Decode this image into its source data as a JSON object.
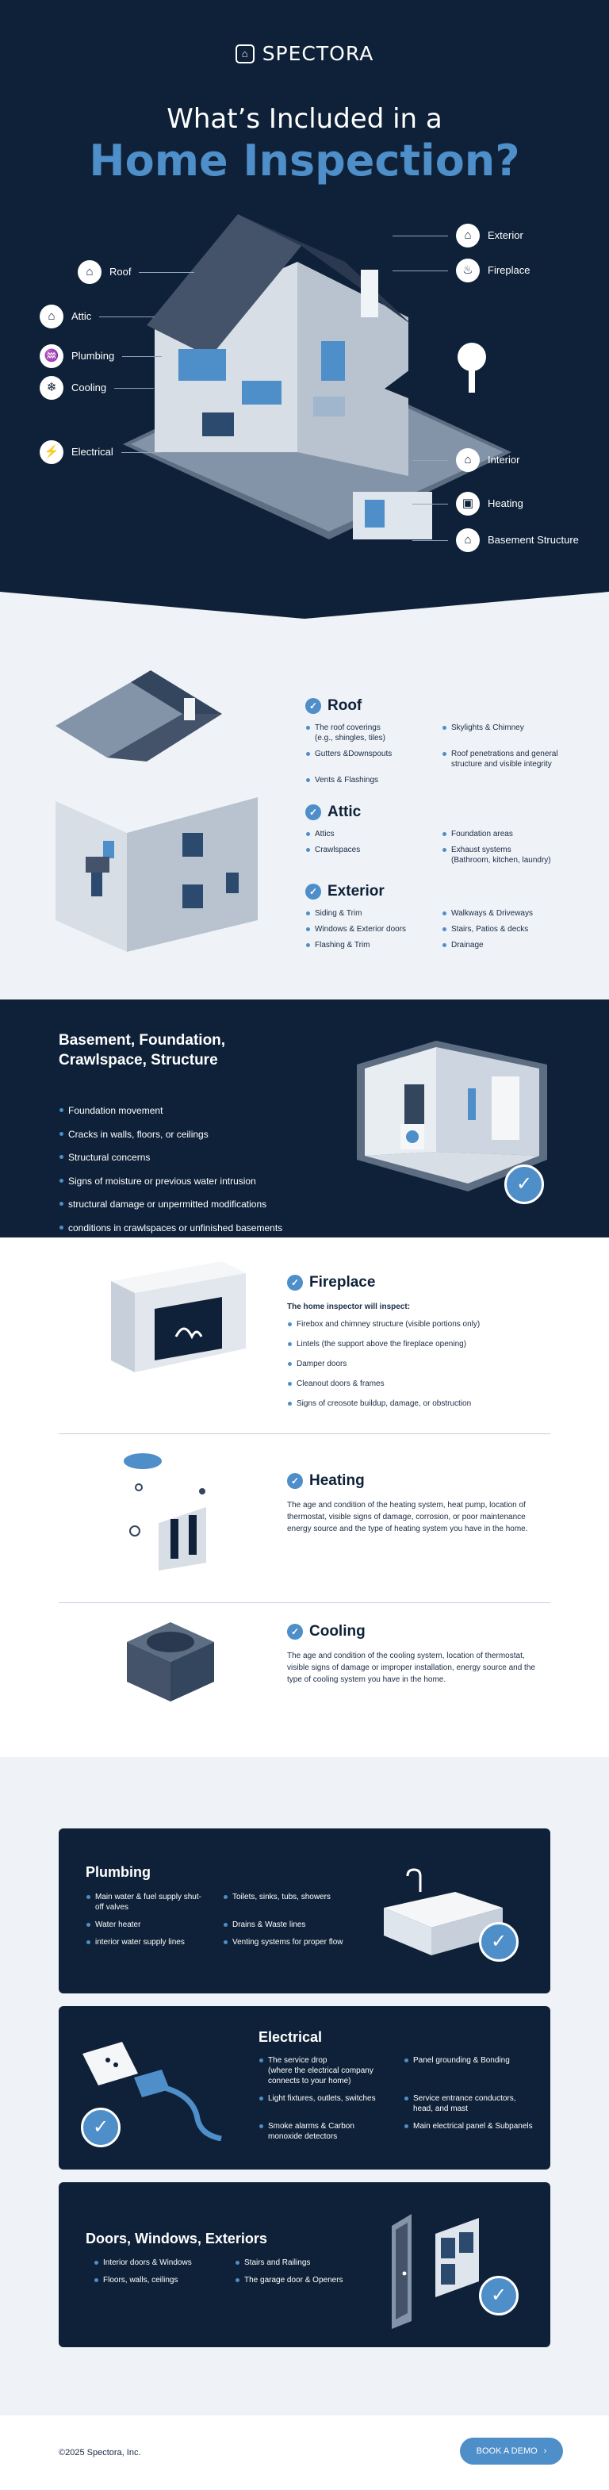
{
  "brand": {
    "name": "SPECTORA"
  },
  "hero": {
    "title_line1": "What’s Included in a",
    "title_line2": "Home Inspection?",
    "callouts": {
      "roof": "Roof",
      "attic": "Attic",
      "plumbing": "Plumbing",
      "cooling": "Cooling",
      "electrical": "Electrical",
      "exterior": "Exterior",
      "fireplace": "Fireplace",
      "interior": "Interior",
      "heating": "Heating",
      "basement": "Basement Structure"
    }
  },
  "roof_section": {
    "roof": {
      "title": "Roof",
      "items": [
        "The roof coverings\n(e.g., shingles, tiles)",
        "Skylights & Chimney",
        "Gutters &Downspouts",
        "Roof penetrations and general structure and visible integrity",
        "Vents & Flashings"
      ]
    },
    "attic": {
      "title": "Attic",
      "items": [
        "Attics",
        "Foundation areas",
        "Crawlspaces",
        "Exhaust systems\n(Bathroom, kitchen, laundry)"
      ]
    },
    "exterior": {
      "title": "Exterior",
      "items": [
        "Siding & Trim",
        "Walkways & Driveways",
        "Windows & Exterior doors",
        "Stairs, Patios & decks",
        "Flashing & Trim",
        "Drainage"
      ]
    }
  },
  "basement": {
    "title": "Basement, Foundation, Crawlspace, Structure",
    "items": [
      "Foundation movement",
      "Cracks in walls, floors, or ceilings",
      "Structural concerns",
      "Signs of moisture or previous water intrusion",
      "structural damage or unpermitted modifications",
      "conditions in crawlspaces or unfinished basements"
    ]
  },
  "fireplace": {
    "title": "Fireplace",
    "intro": "The home inspector will inspect:",
    "items": [
      "Firebox and chimney structure (visible portions only)",
      "Lintels (the support above the fireplace opening)",
      "Damper doors",
      "Cleanout doors & frames",
      "Signs of creosote buildup, damage, or obstruction"
    ]
  },
  "heating": {
    "title": "Heating",
    "text": "The age and condition of the heating system, heat pump, location of thermostat, visible signs of damage, corrosion, or poor maintenance energy source and the type of heating system you have in the home."
  },
  "cooling": {
    "title": "Cooling",
    "text": "The age and condition of the cooling system, location of thermostat, visible signs of damage or improper installation, energy source and the type of cooling system you have in the home."
  },
  "plumbing": {
    "title": "Plumbing",
    "items": [
      "Main water & fuel supply shut-off valves",
      "Toilets, sinks, tubs, showers",
      "Water heater",
      "Drains & Waste lines",
      "interior water supply lines",
      "Venting systems for proper flow"
    ]
  },
  "electrical": {
    "title": "Electrical",
    "items": [
      "The service drop\n(where the electrical company connects to your home)",
      "Panel grounding & Bonding",
      "Light fixtures, outlets, switches",
      "Service entrance conductors, head, and mast",
      "Smoke alarms & Carbon monoxide detectors",
      "Main electrical panel & Subpanels"
    ]
  },
  "doors": {
    "title": "Doors, Windows, Exteriors",
    "items": [
      "Interior doors & Windows",
      "Stairs and Railings",
      "Floors, walls, ceilings",
      "The garage door & Openers"
    ]
  },
  "footer": {
    "copyright": "©2025 Spectora, Inc.",
    "cta": "BOOK A DEMO"
  },
  "colors": {
    "navy": "#0e2138",
    "accent": "#4e8ec9",
    "light": "#eff3f7"
  }
}
